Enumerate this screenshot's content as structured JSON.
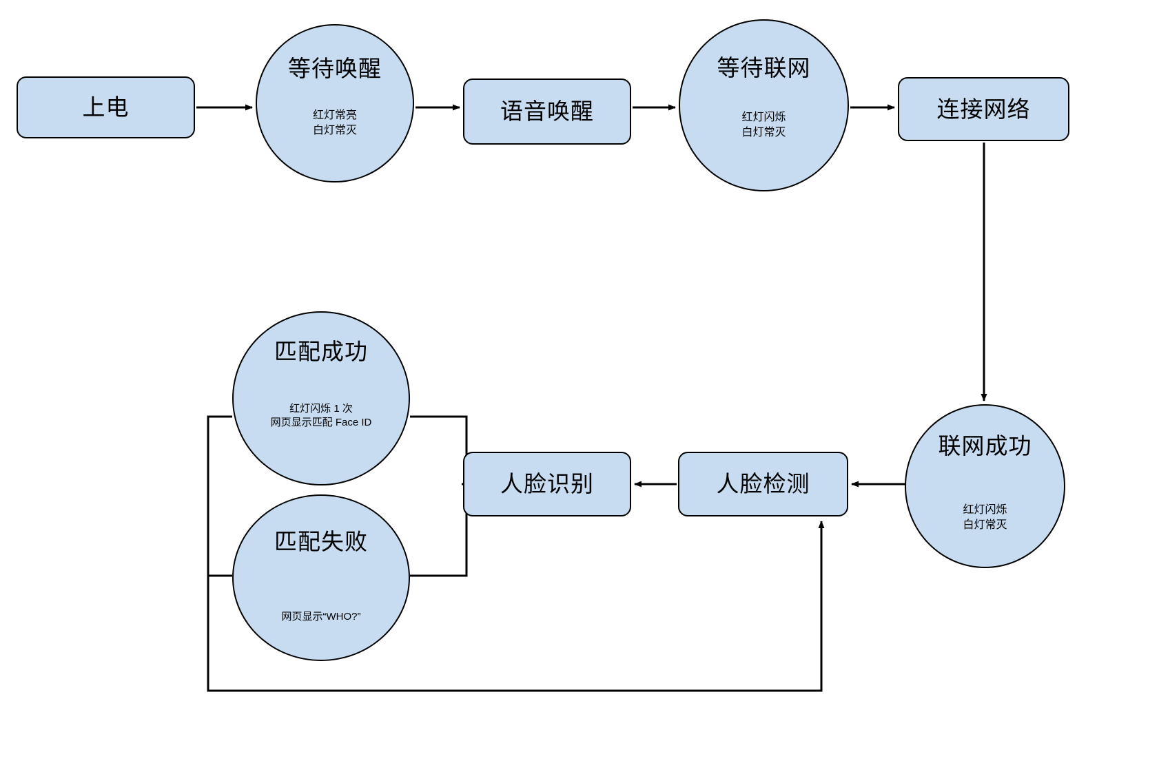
{
  "diagram": {
    "type": "flowchart",
    "background_color": "#ffffff",
    "node_fill_color": "#c7dcf0",
    "node_stroke_color": "#000000",
    "edge_color": "#000000",
    "nodes": [
      {
        "id": "power",
        "shape": "rounded-rect",
        "title": "上电",
        "sub": ""
      },
      {
        "id": "wait_wake",
        "shape": "circle",
        "title": "等待唤醒",
        "sub": "红灯常亮\n白灯常灭"
      },
      {
        "id": "voice_wake",
        "shape": "rounded-rect",
        "title": "语音唤醒",
        "sub": ""
      },
      {
        "id": "wait_net",
        "shape": "circle",
        "title": "等待联网",
        "sub": "红灯闪烁\n白灯常灭"
      },
      {
        "id": "connect",
        "shape": "rounded-rect",
        "title": "连接网络",
        "sub": ""
      },
      {
        "id": "net_ok",
        "shape": "circle",
        "title": "联网成功",
        "sub": "红灯闪烁\n白灯常灭"
      },
      {
        "id": "face_det",
        "shape": "rounded-rect",
        "title": "人脸检测",
        "sub": ""
      },
      {
        "id": "face_rec",
        "shape": "rounded-rect",
        "title": "人脸识别",
        "sub": ""
      },
      {
        "id": "match_ok",
        "shape": "circle",
        "title": "匹配成功",
        "sub": "红灯闪烁 1 次\n网页显示匹配 Face ID"
      },
      {
        "id": "match_fail",
        "shape": "circle",
        "title": "匹配失败",
        "sub": "网页显示“WHO?”"
      }
    ],
    "edges": [
      {
        "from": "power",
        "to": "wait_wake",
        "label": "",
        "arrow": true
      },
      {
        "from": "wait_wake",
        "to": "voice_wake",
        "label": "",
        "arrow": true
      },
      {
        "from": "voice_wake",
        "to": "wait_net",
        "label": "",
        "arrow": true
      },
      {
        "from": "wait_net",
        "to": "connect",
        "label": "",
        "arrow": true
      },
      {
        "from": "connect",
        "to": "net_ok",
        "label": "",
        "arrow": true
      },
      {
        "from": "net_ok",
        "to": "face_det",
        "label": "",
        "arrow": true
      },
      {
        "from": "face_det",
        "to": "face_rec",
        "label": "",
        "arrow": true
      },
      {
        "from": "face_rec",
        "to": "match_ok",
        "label": "",
        "arrow": false
      },
      {
        "from": "face_rec",
        "to": "match_fail",
        "label": "",
        "arrow": false
      },
      {
        "from": "match_fail",
        "to": "face_det",
        "label": "",
        "arrow": true
      }
    ]
  },
  "nodes": {
    "power": {
      "title": "上电"
    },
    "wait_wake": {
      "title": "等待唤醒",
      "sub": "红灯常亮\n白灯常灭"
    },
    "voice_wake": {
      "title": "语音唤醒"
    },
    "wait_net": {
      "title": "等待联网",
      "sub": "红灯闪烁\n白灯常灭"
    },
    "connect": {
      "title": "连接网络"
    },
    "net_ok": {
      "title": "联网成功",
      "sub": "红灯闪烁\n白灯常灭"
    },
    "face_det": {
      "title": "人脸检测"
    },
    "face_rec": {
      "title": "人脸识别"
    },
    "match_ok": {
      "title": "匹配成功",
      "sub": "红灯闪烁 1 次\n网页显示匹配 Face ID"
    },
    "match_fail": {
      "title": "匹配失败",
      "sub": "网页显示“WHO?”"
    }
  }
}
